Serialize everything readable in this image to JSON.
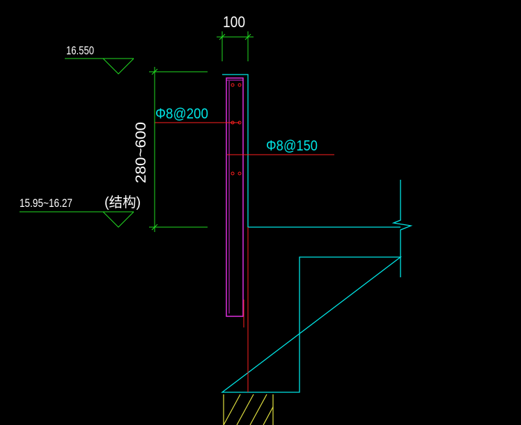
{
  "colors": {
    "background": "#000000",
    "concrete_outline": "#00e5e5",
    "rebar_magenta": "#e030e0",
    "rebar_red": "#ff2020",
    "dimension_green": "#22dd22",
    "text_white": "#ffffff",
    "text_cyan": "#00e5e5",
    "hatch_yellow": "#e0e040"
  },
  "labels": {
    "top_width": "100",
    "top_elevation": "16.550",
    "bottom_elevation": "15.95~16.27",
    "height_range": "280~600",
    "structure_note": "(结构)",
    "rebar_vertical": "Φ8@200",
    "rebar_horizontal": "Φ8@150"
  }
}
